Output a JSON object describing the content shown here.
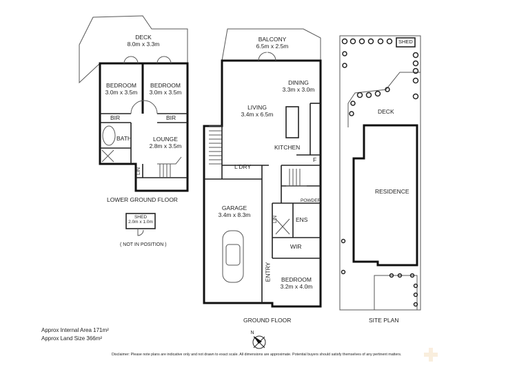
{
  "lower_ground_floor": {
    "title": "LOWER GROUND FLOOR",
    "rooms": [
      {
        "name": "DECK",
        "size": "8.0m x 3.3m"
      },
      {
        "name": "BEDROOM",
        "size": "3.0m x 3.5m"
      },
      {
        "name": "BEDROOM",
        "size": "3.0m x 3.5m"
      },
      {
        "name": "LOUNGE",
        "size": "2.8m x 3.5m"
      }
    ],
    "labels": {
      "bir1": "BIR",
      "bir2": "BIR",
      "bath": "BATH",
      "lin": "LIN"
    }
  },
  "shed": {
    "name": "SHED",
    "size": "2.0m x 1.0m",
    "note": "( NOT IN POSITION )"
  },
  "ground_floor": {
    "title": "GROUND FLOOR",
    "rooms": [
      {
        "name": "BALCONY",
        "size": "6.5m x 2.5m"
      },
      {
        "name": "DINING",
        "size": "3.3m x 3.0m"
      },
      {
        "name": "LIVING",
        "size": "3.4m x 6.5m"
      },
      {
        "name": "GARAGE",
        "size": "3.4m x 8.3m"
      },
      {
        "name": "BEDROOM",
        "size": "3.2m x 4.0m"
      }
    ],
    "labels": {
      "kitchen": "KITCHEN",
      "ldry": "L'DRY",
      "f": "F",
      "powder": "POWDER",
      "lin": "LIN",
      "ens": "ENS",
      "wir": "WIR",
      "entry": "ENTRY"
    }
  },
  "site_plan": {
    "title": "SITE PLAN",
    "labels": {
      "shed": "SHED",
      "deck": "DECK",
      "residence": "RESIDENCE"
    }
  },
  "areas": {
    "internal": "Approx Internal Area 171m²",
    "land": "Approx Land Size 366m²"
  },
  "compass": {
    "north_label": "N"
  },
  "disclaimer": "Disclaimer: Please note plans are indicative only and not drawn to exact scale. All dimensions are approximate. Potential buyers should satisfy themselves of any pertinent matters.",
  "colors": {
    "wall": "#111111",
    "watermark": "#f6e3c8"
  }
}
